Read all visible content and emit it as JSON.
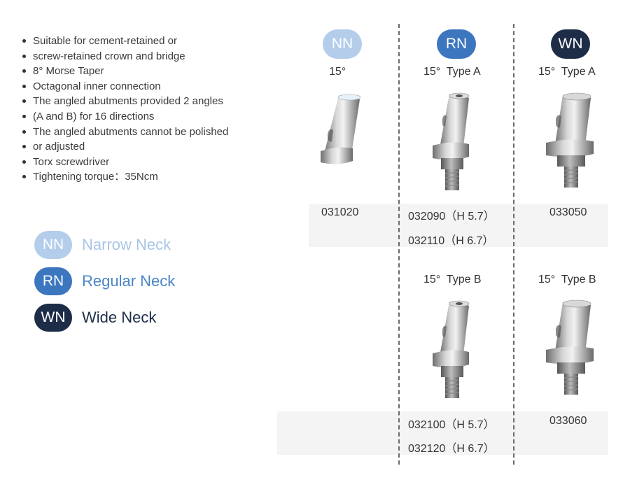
{
  "features": [
    "Suitable for cement-retained or",
    "screw-retained crown and bridge",
    "8° Morse Taper",
    "Octagonal inner connection",
    "The angled abutments provided 2 angles",
    "(A and B) for 16 directions",
    "The angled abutments cannot be polished",
    "or adjusted",
    "Torx screwdriver",
    "Tightening torque：35Ncm"
  ],
  "legend": [
    {
      "code": "NN",
      "label": "Narrow Neck",
      "color": "#b3cdeb",
      "text_color": "#a9c5e6"
    },
    {
      "code": "RN",
      "label": "Regular Neck",
      "color": "#3c76bf",
      "text_color": "#4a86c8"
    },
    {
      "code": "WN",
      "label": "Wide Neck",
      "color": "#1d2d48",
      "text_color": "#1d2d48"
    }
  ],
  "columns": [
    {
      "badge": "NN",
      "color": "#b3cdeb",
      "row1_title": "15°",
      "row1_codes": [
        "031020"
      ],
      "row2_title": "",
      "row2_codes": []
    },
    {
      "badge": "RN",
      "color": "#3c76bf",
      "row1_title": "15°  Type A",
      "row1_codes": [
        "032090（H 5.7）",
        "032110（H 6.7）"
      ],
      "row2_title": "15°  Type B",
      "row2_codes": [
        "032100（H 5.7）",
        "032120（H 6.7）"
      ]
    },
    {
      "badge": "WN",
      "color": "#1d2d48",
      "row1_title": "15°  Type A",
      "row1_codes": [
        "033050"
      ],
      "row2_title": "15°  Type B",
      "row2_codes": [
        "033060"
      ]
    }
  ]
}
